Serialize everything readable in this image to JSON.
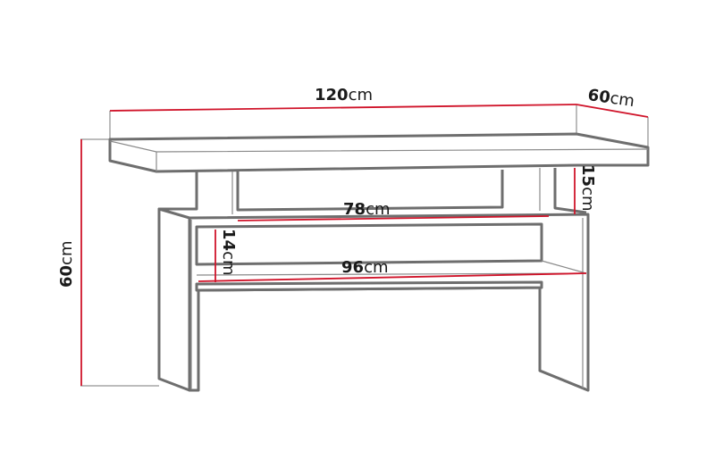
{
  "diagram": {
    "subject": "table",
    "colors": {
      "outline": "#6e6e6e",
      "dimension_line": "#d0142a",
      "text": "#1a1a1a",
      "background": "#ffffff"
    },
    "dimensions": {
      "width": {
        "value": "120",
        "unit": "cm"
      },
      "depth": {
        "value": "60",
        "unit": "cm"
      },
      "height": {
        "value": "60",
        "unit": "cm"
      },
      "upper_shelf_width": {
        "value": "78",
        "unit": "cm"
      },
      "upper_gap_height": {
        "value": "15",
        "unit": "cm"
      },
      "lower_shelf_width": {
        "value": "96",
        "unit": "cm"
      },
      "lower_gap_height": {
        "value": "14",
        "unit": "cm"
      }
    }
  }
}
